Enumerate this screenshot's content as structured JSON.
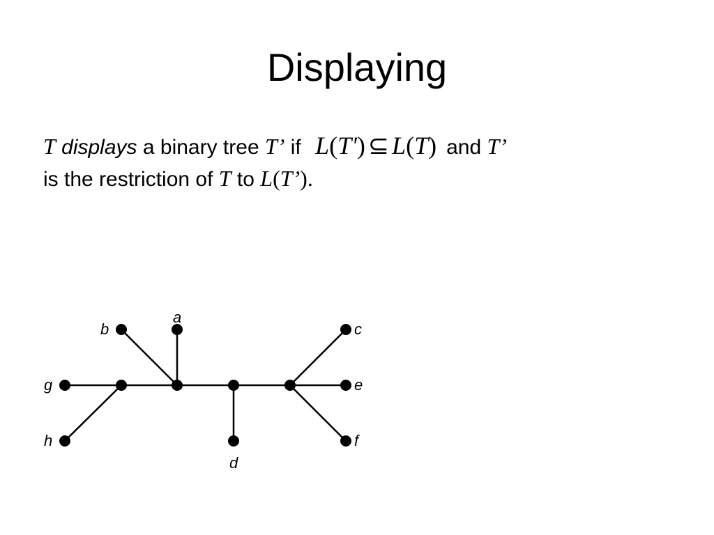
{
  "title": "Displaying",
  "definition": {
    "t": "T",
    "displays": "displays",
    "a_binary_tree": " a binary tree ",
    "t_prime": "T’",
    "if": " if",
    "formula_l": "L",
    "formula_lparen": "(",
    "formula_tprime": "T'",
    "formula_rparen": ")",
    "formula_subset": "⊆",
    "formula_l2": "L",
    "formula_lparen2": "(",
    "formula_t": "T",
    "formula_rparen2": ")",
    "and": "and ",
    "t_prime2": "T’",
    "is_restriction": "is the restriction of ",
    "t2": "T",
    "to": " to ",
    "l_of": "L",
    "paren_open": "(",
    "t_prime3": "T’",
    "paren_close": ").",
    "colors": {
      "text": "#000000",
      "background": "#ffffff"
    }
  },
  "tree": {
    "leaf_labels": {
      "a": "a",
      "b": "b",
      "c": "c",
      "d": "d",
      "e": "e",
      "f": "f",
      "g": "g",
      "h": "h"
    }
  }
}
